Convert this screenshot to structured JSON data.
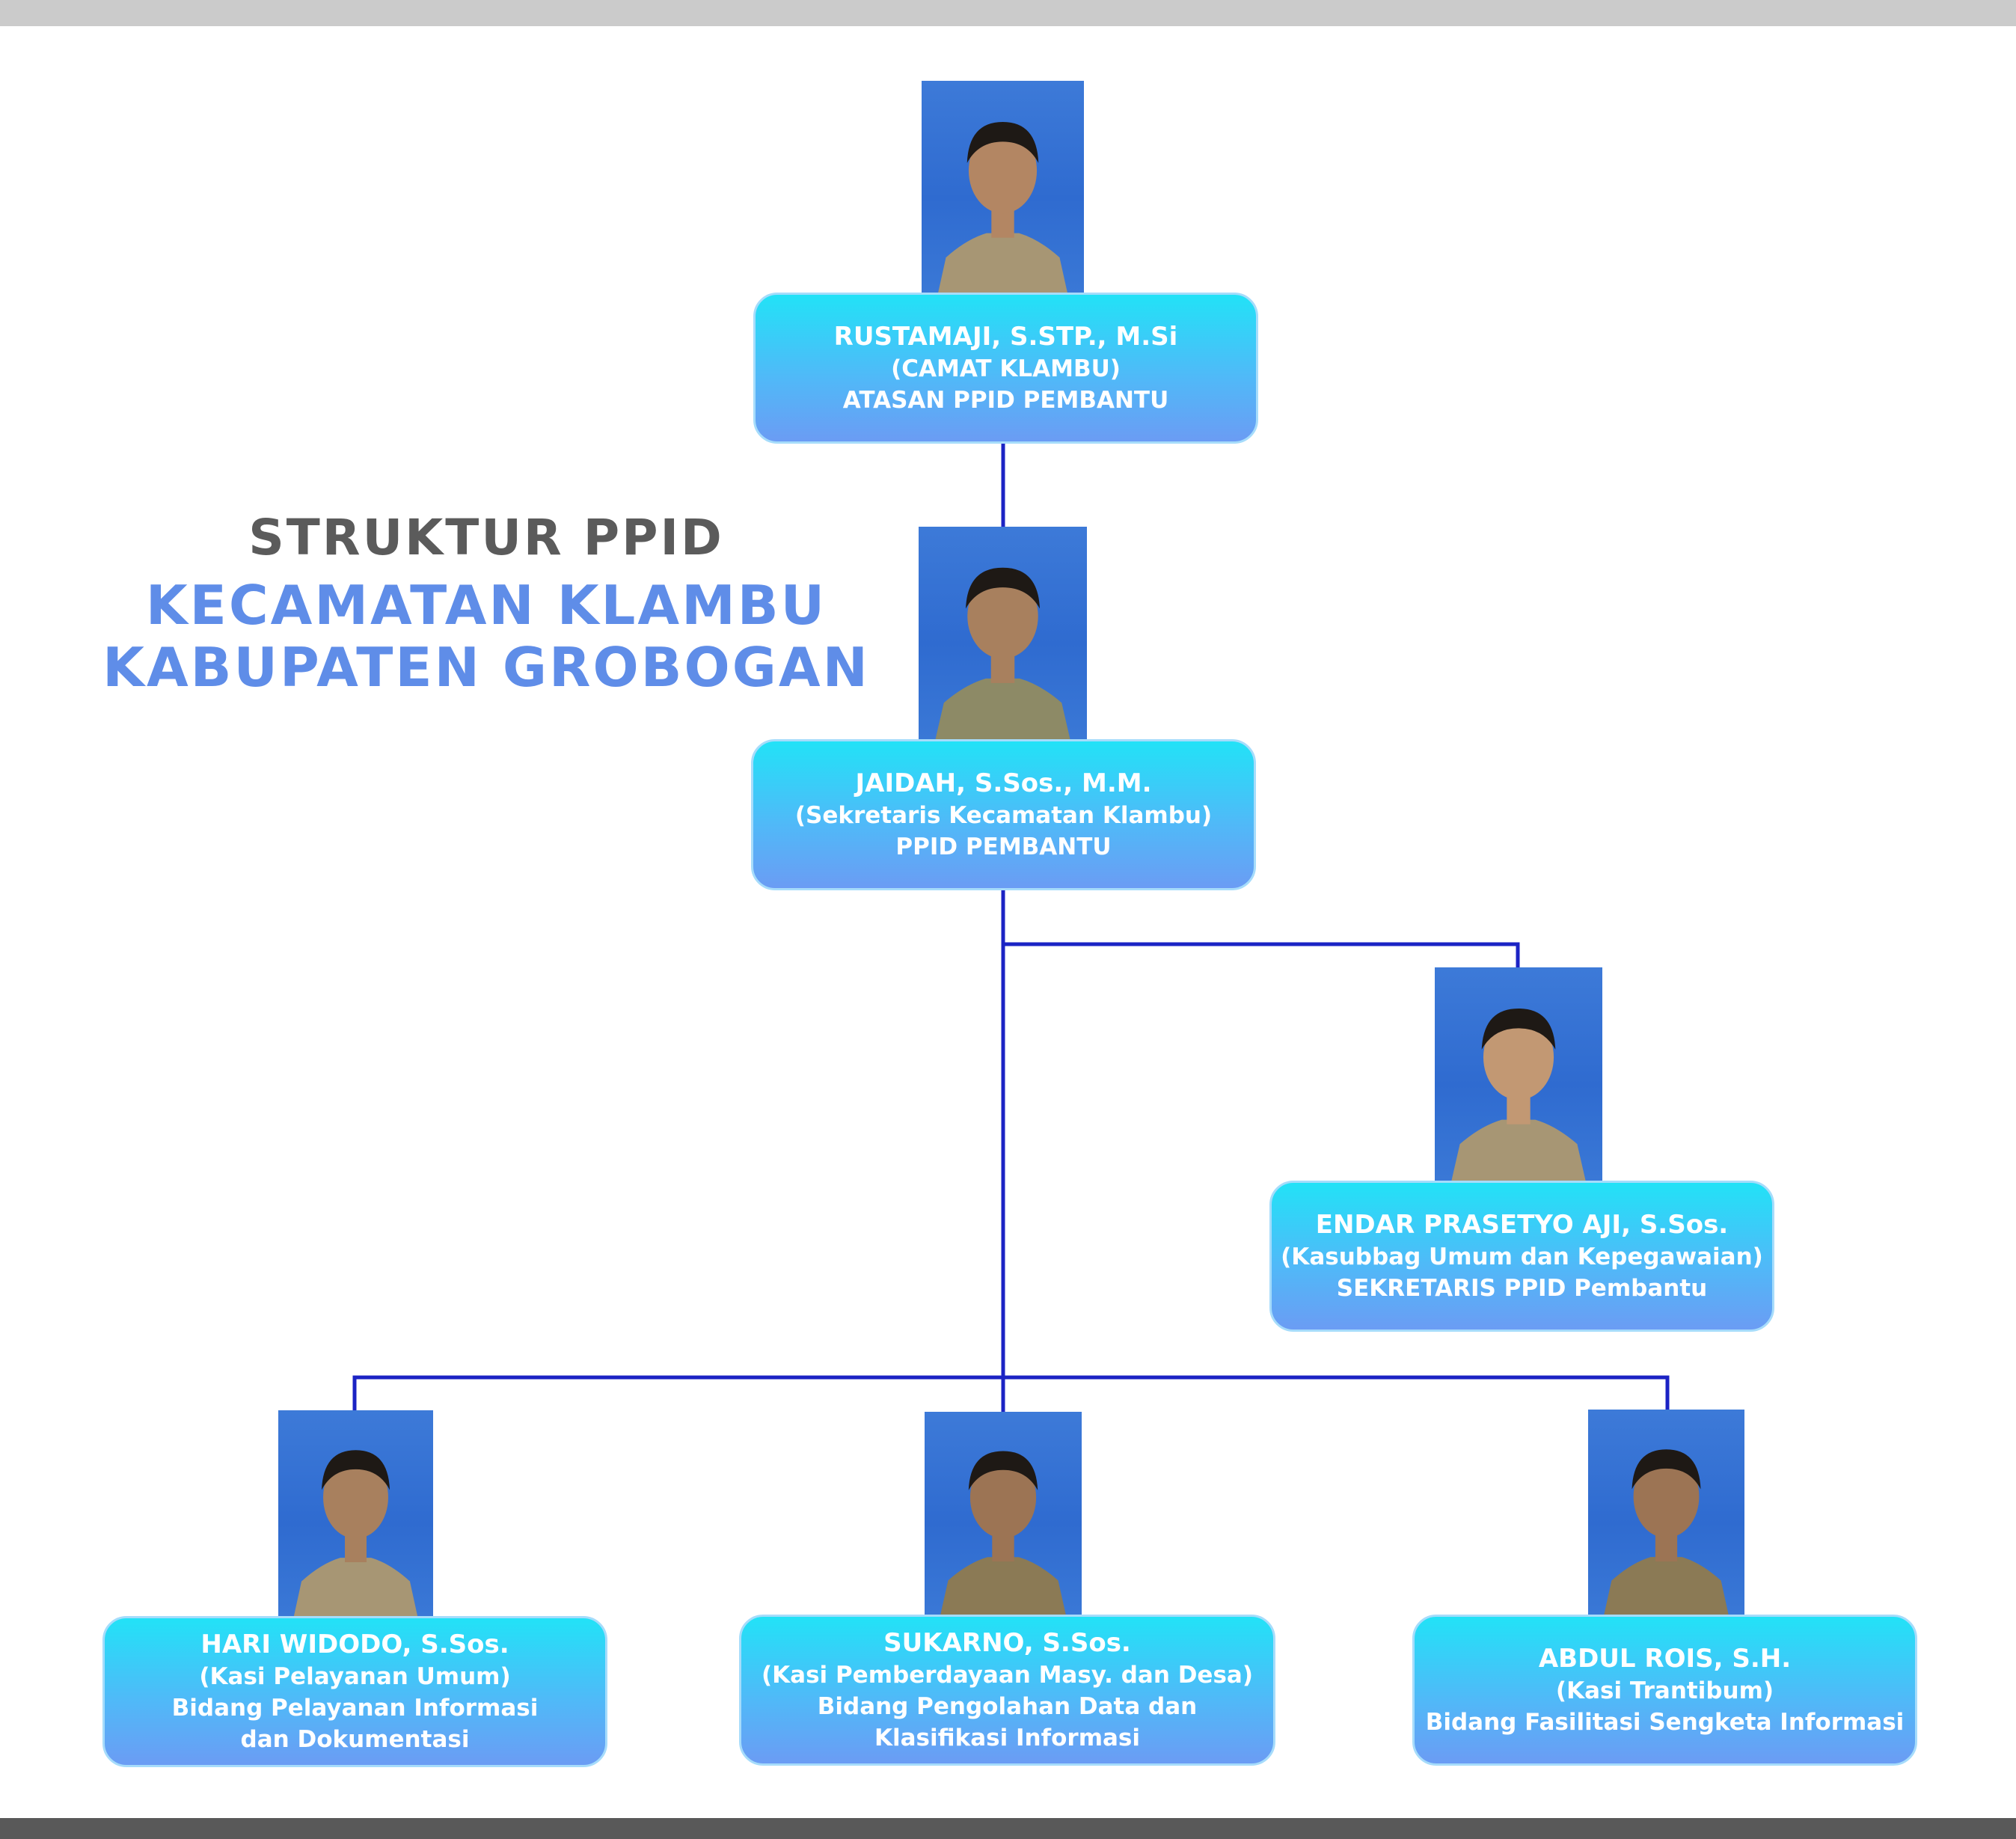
{
  "title": {
    "line1": "STRUKTUR PPID",
    "line2": "KECAMATAN KLAMBU",
    "line3": "KABUPATEN GROBOGAN"
  },
  "colors": {
    "title_gray": "#5b5b5b",
    "title_blue": "#5f8de8",
    "connector": "#1b23c4",
    "card_top": "#22e2f7",
    "card_bottom": "#6b9cf4"
  },
  "nodes": [
    {
      "name": "RUSTAMAJI, S.STP., M.Si",
      "role": "(CAMAT KLAMBU)",
      "position": [
        "ATASAN PPID PEMBANTU"
      ]
    },
    {
      "name": "JAIDAH, S.Sos., M.M.",
      "role": "(Sekretaris Kecamatan Klambu)",
      "position": [
        "PPID PEMBANTU"
      ]
    },
    {
      "name": "ENDAR PRASETYO AJI, S.Sos.",
      "role": "(Kasubbag Umum dan Kepegawaian)",
      "position": [
        "SEKRETARIS PPID Pembantu"
      ]
    },
    {
      "name": "HARI WIDODO, S.Sos.",
      "role": "(Kasi Pelayanan Umum)",
      "position": [
        "Bidang Pelayanan Informasi",
        "dan Dokumentasi"
      ]
    },
    {
      "name": "SUKARNO, S.Sos.",
      "role": "(Kasi Pemberdayaan Masy. dan Desa)",
      "position": [
        "Bidang Pengolahan Data dan",
        "Klasifikasi Informasi"
      ]
    },
    {
      "name": "ABDUL ROIS, S.H.",
      "role": "(Kasi Trantibum)",
      "position": [
        "Bidang Fasilitasi Sengketa Informasi"
      ]
    }
  ]
}
